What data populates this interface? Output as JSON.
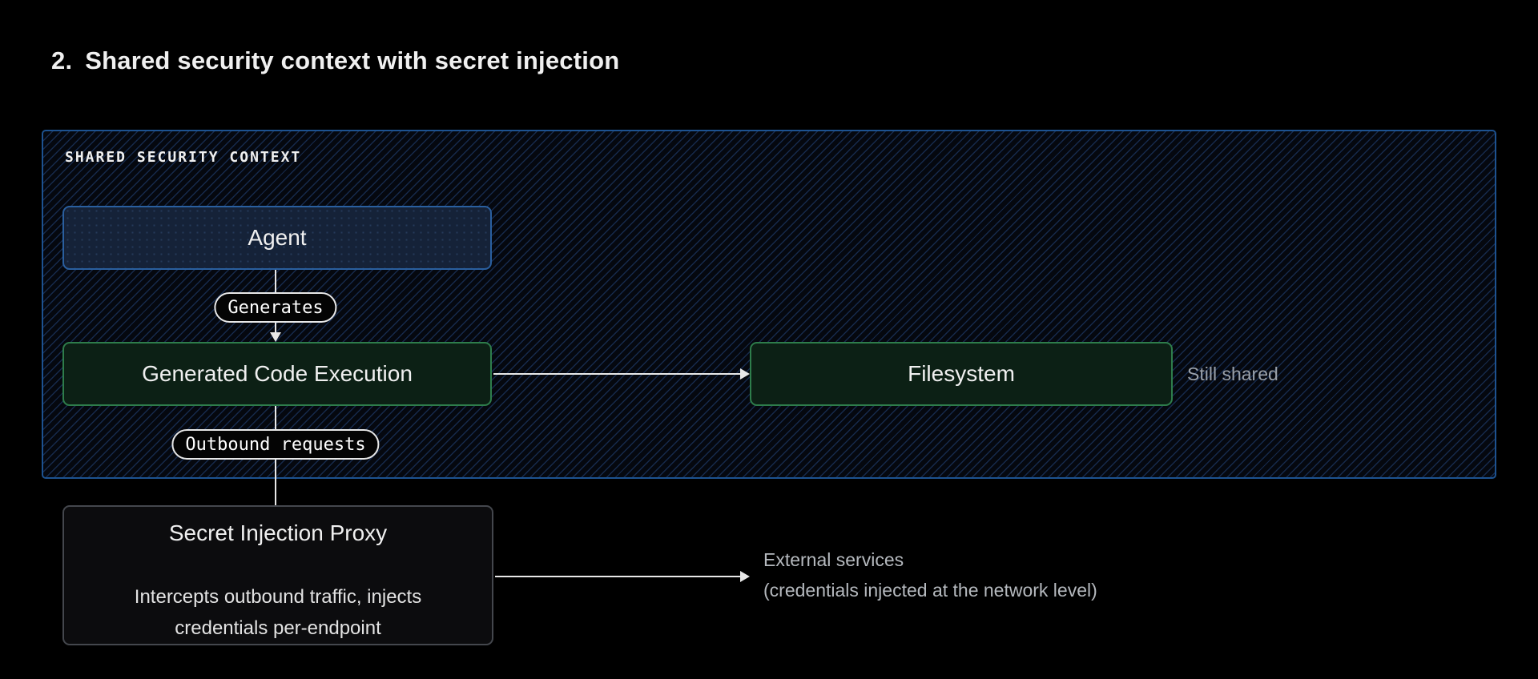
{
  "title": {
    "number": "2.",
    "text": "Shared security context with secret injection"
  },
  "security_context": {
    "label": "SHARED SECURITY CONTEXT",
    "nodes": {
      "agent": {
        "label": "Agent"
      },
      "generated_code_execution": {
        "label": "Generated Code Execution"
      },
      "filesystem": {
        "label": "Filesystem"
      }
    },
    "edges": {
      "generates": {
        "label": "Generates"
      },
      "outbound_requests": {
        "label": "Outbound requests"
      }
    }
  },
  "proxy": {
    "title": "Secret Injection Proxy",
    "description": "Intercepts outbound traffic, injects credentials per-endpoint"
  },
  "annotations": {
    "still_shared": "Still shared",
    "external_services_line1": "External services",
    "external_services_line2": "(credentials injected at the network level)"
  },
  "colors": {
    "page_bg": "#000000",
    "context_border": "#1d5290",
    "context_bg": "#05080f",
    "hatch_line": "#23457b",
    "agent_bg": "#152238",
    "agent_border": "#2a5f9f",
    "green_bg": "#0c2015",
    "green_border": "#2e7d4b",
    "proxy_bg": "#0c0c0e",
    "proxy_border": "#44474d",
    "pill_bg": "#040404",
    "pill_border": "#e8e8e8",
    "line": "#e8e8e8",
    "text_primary": "#f0f0f0",
    "text_muted": "#9aa1aa",
    "text_soft": "#b5b9be"
  }
}
